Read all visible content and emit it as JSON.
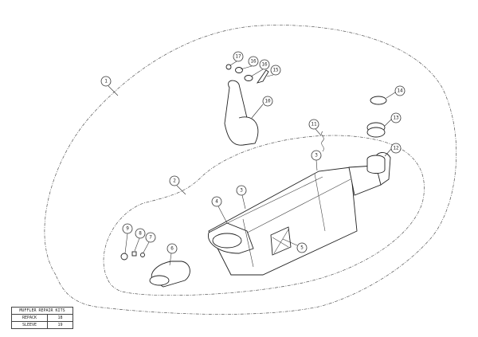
{
  "callouts": {
    "c1": "1",
    "c2": "2",
    "c3a": "3",
    "c3b": "3",
    "c4": "4",
    "c5": "5",
    "c6": "6",
    "c7": "7",
    "c8": "8",
    "c9": "9",
    "c10": "10",
    "c11": "11",
    "c12": "12",
    "c13": "13",
    "c14": "14",
    "c15": "15",
    "c16a": "16",
    "c16b": "16",
    "c17": "17"
  },
  "repair_table": {
    "title": "MUFFLER REPAIR KITS",
    "rows": [
      {
        "label": "REPACK",
        "value": "18"
      },
      {
        "label": "SLEEVE",
        "value": "19"
      }
    ]
  }
}
